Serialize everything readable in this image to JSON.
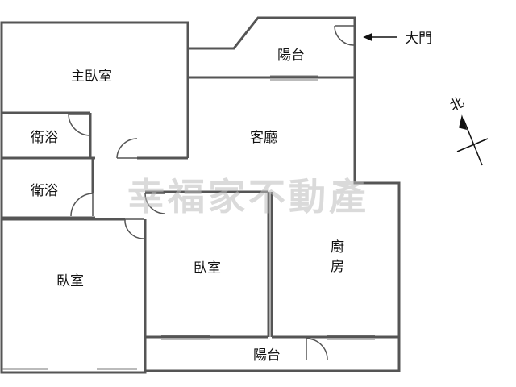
{
  "floor_plan": {
    "rooms": {
      "balcony_top": "陽台",
      "master_bedroom": "主臥室",
      "bathroom_1": "衛浴",
      "bathroom_2": "衛浴",
      "living_room": "客廳",
      "bedroom_left": "臥室",
      "bedroom_middle": "臥室",
      "kitchen_line1": "廚",
      "kitchen_line2": "房",
      "balcony_bottom": "陽台"
    },
    "entrance_label": "大門",
    "compass_label": "北",
    "watermark": "幸福家不動產",
    "colors": {
      "wall": "#555555",
      "text": "#111111",
      "watermark": "#bdbdbd"
    }
  }
}
